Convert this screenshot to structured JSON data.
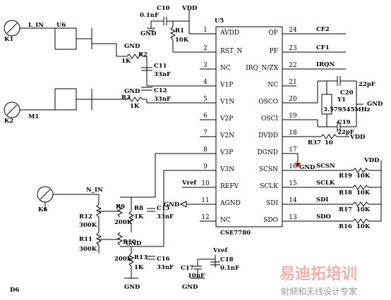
{
  "chip": {
    "designator": "U5",
    "part_number": "CSE7780",
    "left_pins": [
      {
        "num": "1",
        "name": "AVDD"
      },
      {
        "num": "2",
        "name": "RST_N"
      },
      {
        "num": "3",
        "name": "NC"
      },
      {
        "num": "4",
        "name": "V1P"
      },
      {
        "num": "5",
        "name": "V1N"
      },
      {
        "num": "6",
        "name": "V2P"
      },
      {
        "num": "7",
        "name": "V2N"
      },
      {
        "num": "8",
        "name": "V3P"
      },
      {
        "num": "9",
        "name": "V3N"
      },
      {
        "num": "10",
        "name": "REFV"
      },
      {
        "num": "11",
        "name": "AGND"
      },
      {
        "num": "12",
        "name": "NC"
      }
    ],
    "right_pins": [
      {
        "num": "24",
        "name": "QF",
        "net": "CF2"
      },
      {
        "num": "23",
        "name": "PF",
        "net": "CF1"
      },
      {
        "num": "22",
        "name": "IRQ_N/ZX",
        "net": "IRQN"
      },
      {
        "num": "21",
        "name": "NC",
        "net": ""
      },
      {
        "num": "20",
        "name": "OSCO",
        "net": ""
      },
      {
        "num": "19",
        "name": "OSCI",
        "net": ""
      },
      {
        "num": "18",
        "name": "DVDD",
        "net": ""
      },
      {
        "num": "17",
        "name": "DGND",
        "net": ""
      },
      {
        "num": "16",
        "name": "SCSN",
        "net": "SCSN"
      },
      {
        "num": "15",
        "name": "SCLK",
        "net": "SCLK"
      },
      {
        "num": "14",
        "name": "SDI",
        "net": "SDI"
      },
      {
        "num": "13",
        "name": "SDO",
        "net": "SDO"
      }
    ]
  },
  "labels": {
    "vdd": "VDD",
    "gnd": "GND",
    "vref": "Vref",
    "c10": "C10",
    "c10_val": "0.1nF",
    "r1": "R1",
    "r1_val": "10K",
    "k1": "K1",
    "k2": "K2",
    "k6": "K6",
    "d6": "D6",
    "l_in": "L_IN",
    "u6": "U6",
    "m1": "M1",
    "n_in": "N_IN",
    "r2": "R2",
    "r2_val": "1K",
    "c11": "C11",
    "c11_val": "33nF",
    "c12": "C12",
    "c12_val": "33nF",
    "r3": "R3",
    "r3_val": "1K",
    "c20": "C20",
    "c20_val": "22pF",
    "c19": "C19",
    "c19_val": "22pF",
    "y1": "Y1",
    "y1_val": "3.579545MHz",
    "r37": "R37",
    "r37_val": "10",
    "r19": "R19",
    "r18": "R18",
    "r17": "R17",
    "r16": "R16",
    "r_val": "10K",
    "r12": "R12",
    "r12_val": "300K",
    "r11": "R11",
    "r11_val": "300K",
    "r9": "R9",
    "r9_val": "200K",
    "r10": "R10",
    "r10_val": "200K",
    "r8": "R8",
    "r8_val": "1K",
    "r13": "R13",
    "r13_val": "1K",
    "c15": "C15",
    "c15_val": "33nF",
    "c16": "C16",
    "c16_val": "33nF",
    "c17": "C17",
    "c17_val": "10nF",
    "c18": "C18",
    "c18_val": "0.1nF"
  },
  "watermark": {
    "title": "易迪拓培训",
    "subtitle": "射频和天线设计专家"
  }
}
